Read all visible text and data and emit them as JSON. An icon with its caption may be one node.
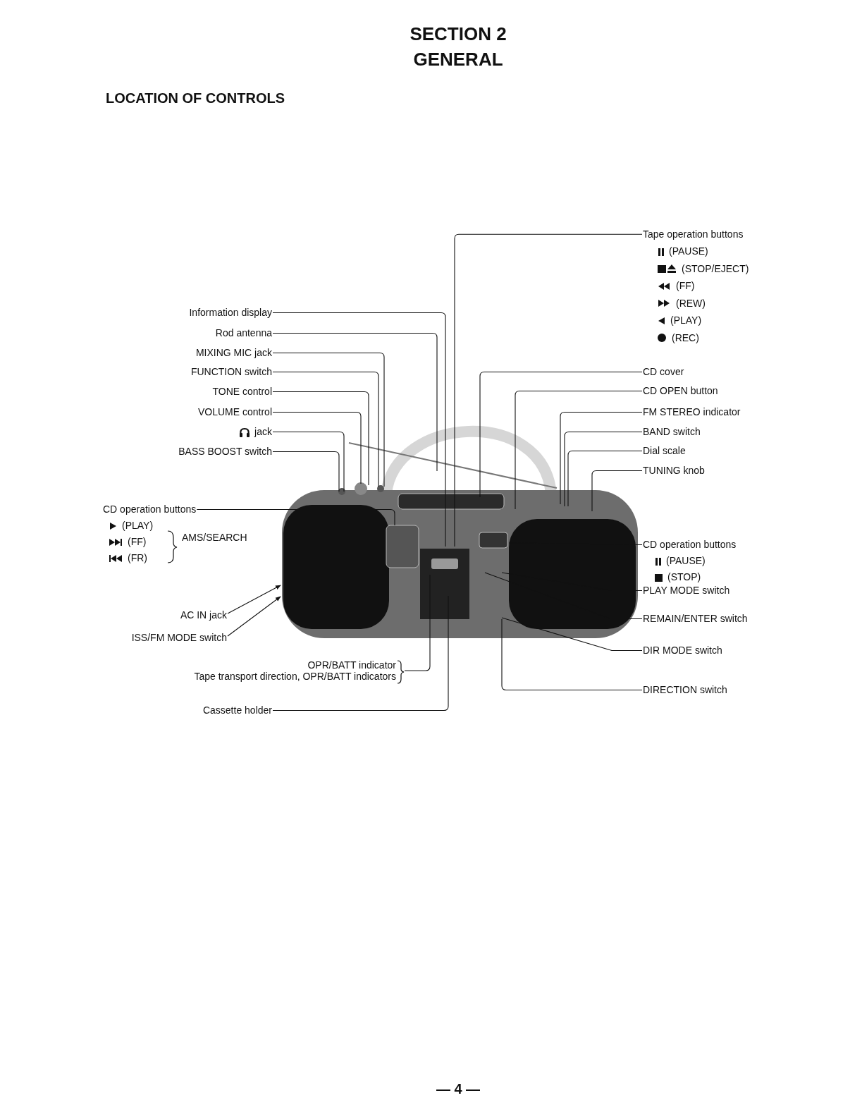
{
  "diagram": {
    "title": "SECTION 2 GENERAL",
    "nodes": [
      {
        "text": [
          "Information display"
        ]
      },
      {
        "text": [
          "Rod antenna"
        ]
      },
      {
        "text": [
          "MIXING MIC jack"
        ]
      },
      {
        "text": [
          "FUNCTION switch"
        ]
      },
      {
        "text": [
          "TONE control"
        ]
      },
      {
        "text": [
          "VOLUME control"
        ]
      },
      {
        "text": [
          "jack"
        ]
      },
      {
        "text": [
          "BASS BOOST switch"
        ]
      },
      {
        "text": [
          "CD operation buttons",
          "(PLAY)",
          "(FF)",
          "(FR)"
        ],
        "beside": [
          "AMS/SEARCH"
        ]
      },
      {
        "text": [
          "AC IN jack"
        ]
      },
      {
        "text": [
          "ISS/FM MODE switch"
        ]
      },
      {
        "text": [
          "OPR/BATT indicator",
          "Tape transport direction, OPR/BATT indicators"
        ]
      },
      {
        "text": [
          "Cassette holder"
        ]
      },
      {
        "text": [
          "Tape operation buttons",
          "(PAUSE)",
          "(STOP/EJECT)",
          "(FF)",
          "(REW)",
          "(PLAY)",
          "(REC)"
        ]
      },
      {
        "text": [
          "CD cover"
        ]
      },
      {
        "text": [
          "CD OPEN button"
        ]
      },
      {
        "text": [
          "FM STEREO indicator"
        ]
      },
      {
        "text": [
          "BAND switch"
        ]
      },
      {
        "text": [
          "Dial scale"
        ]
      },
      {
        "text": [
          "TUNING knob"
        ]
      },
      {
        "text": [
          "CD operation buttons",
          "(PAUSE)",
          "(STOP)"
        ]
      },
      {
        "text": [
          "PLAY MODE switch"
        ]
      },
      {
        "text": [
          "REMAIN/ENTER switch"
        ]
      },
      {
        "text": [
          "DIR MODE switch"
        ]
      },
      {
        "text": [
          "DIRECTION switch"
        ]
      },
      {
        "text": [],
        "shape": "picture"
      }
    ],
    "edges": [
      {
        "from": 0,
        "to": 25,
        "arrow": "none"
      },
      {
        "from": 1,
        "to": 25,
        "arrow": "none"
      },
      {
        "from": 2,
        "to": 25,
        "arrow": "none"
      },
      {
        "from": 3,
        "to": 25,
        "arrow": "none"
      },
      {
        "from": 4,
        "to": 25,
        "arrow": "none"
      },
      {
        "from": 5,
        "to": 25,
        "arrow": "none"
      },
      {
        "from": 6,
        "to": 25,
        "arrow": "none"
      },
      {
        "from": 7,
        "to": 25,
        "arrow": "none"
      },
      {
        "from": 8,
        "to": 25,
        "arrow": "none"
      },
      {
        "from": 9,
        "to": 25,
        "arrow": "to"
      },
      {
        "from": 10,
        "to": 25,
        "arrow": "to"
      },
      {
        "from": 11,
        "to": 25,
        "arrow": "none"
      },
      {
        "from": 12,
        "to": 25,
        "arrow": "none"
      },
      {
        "from": 13,
        "to": 25,
        "arrow": "none"
      },
      {
        "from": 14,
        "to": 25,
        "arrow": "none"
      },
      {
        "from": 15,
        "to": 25,
        "arrow": "none"
      },
      {
        "from": 16,
        "to": 25,
        "arrow": "none"
      },
      {
        "from": 17,
        "to": 25,
        "arrow": "none"
      },
      {
        "from": 18,
        "to": 25,
        "arrow": "none"
      },
      {
        "from": 19,
        "to": 25,
        "arrow": "none"
      },
      {
        "from": 20,
        "to": 25,
        "arrow": "none"
      },
      {
        "from": 21,
        "to": 25,
        "arrow": "none"
      },
      {
        "from": 22,
        "to": 25,
        "arrow": "none"
      },
      {
        "from": 23,
        "to": 25,
        "arrow": "none"
      },
      {
        "from": 24,
        "to": 25,
        "arrow": "none"
      }
    ],
    "labels": [
      "LOCATION OF CONTROLS",
      "— 4 —"
    ]
  }
}
